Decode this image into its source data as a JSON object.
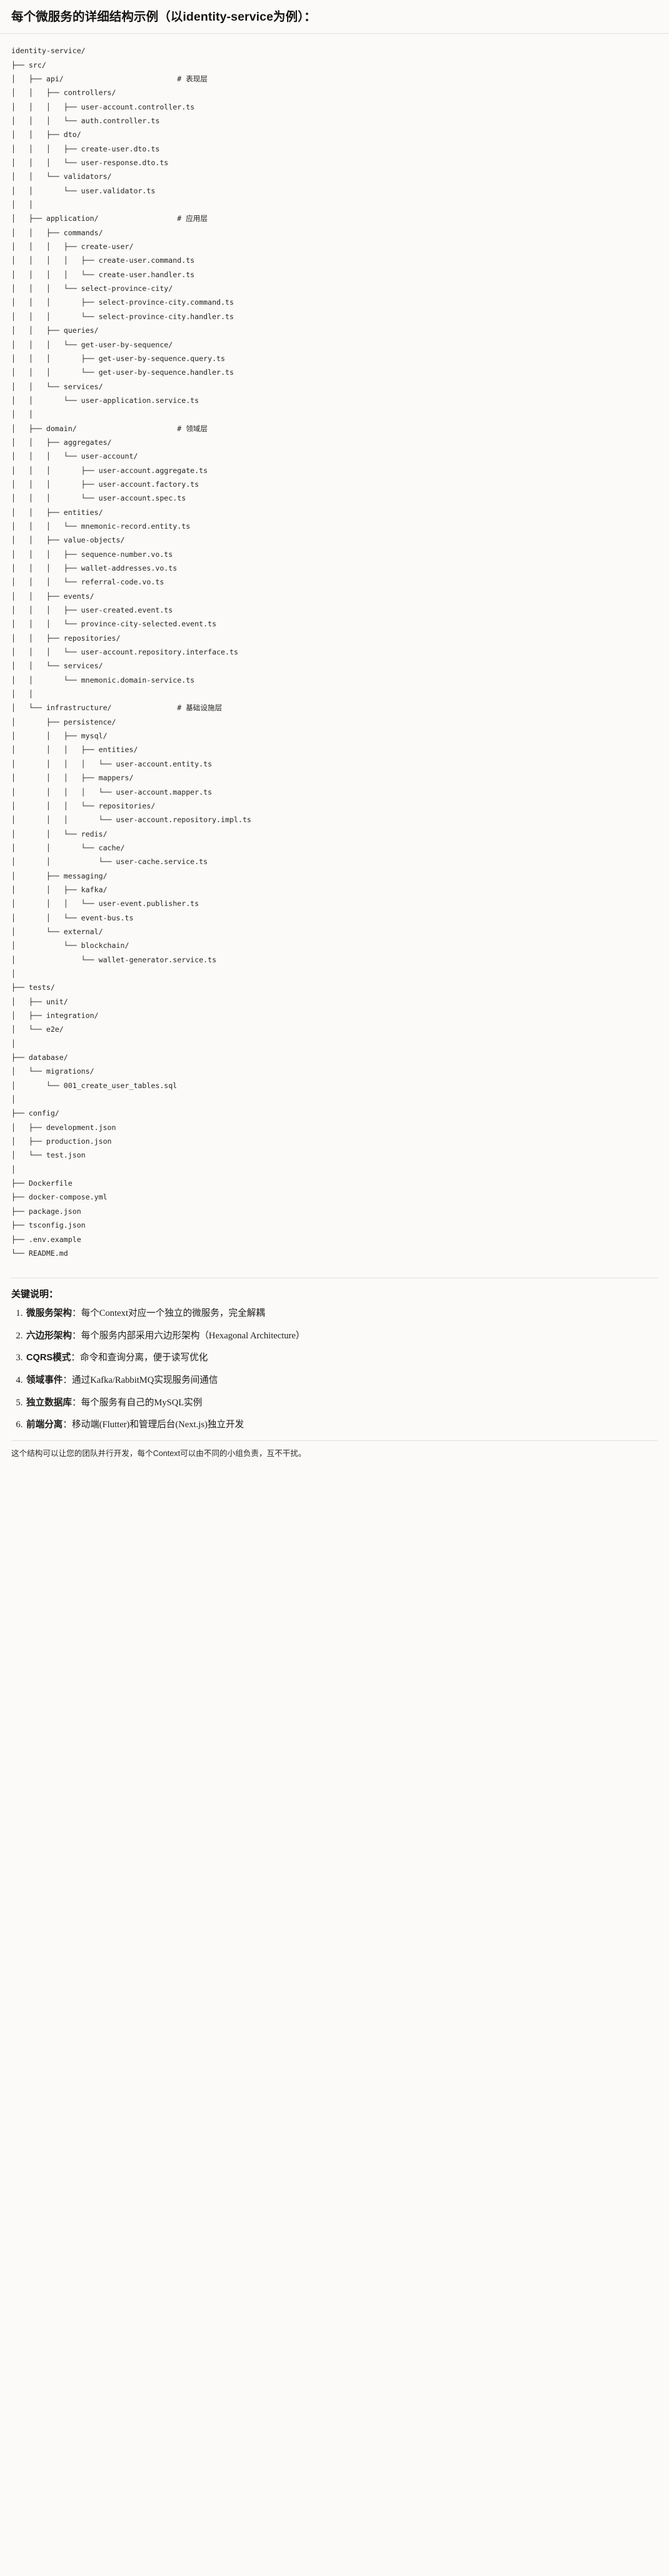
{
  "document": {
    "heading": "每个微服务的详细结构示例（以identity-service为例）：",
    "tree_title": "identity-service/",
    "tree_text": "identity-service/\n├── src/\n│   ├── api/                          # 表现层\n│   │   ├── controllers/\n│   │   │   ├── user-account.controller.ts\n│   │   │   └── auth.controller.ts\n│   │   ├── dto/\n│   │   │   ├── create-user.dto.ts\n│   │   │   └── user-response.dto.ts\n│   │   └── validators/\n│   │       └── user.validator.ts\n│   │\n│   ├── application/                  # 应用层\n│   │   ├── commands/\n│   │   │   ├── create-user/\n│   │   │   │   ├── create-user.command.ts\n│   │   │   │   └── create-user.handler.ts\n│   │   │   └── select-province-city/\n│   │   │       ├── select-province-city.command.ts\n│   │   │       └── select-province-city.handler.ts\n│   │   ├── queries/\n│   │   │   └── get-user-by-sequence/\n│   │   │       ├── get-user-by-sequence.query.ts\n│   │   │       └── get-user-by-sequence.handler.ts\n│   │   └── services/\n│   │       └── user-application.service.ts\n│   │\n│   ├── domain/                       # 领域层\n│   │   ├── aggregates/\n│   │   │   └── user-account/\n│   │   │       ├── user-account.aggregate.ts\n│   │   │       ├── user-account.factory.ts\n│   │   │       └── user-account.spec.ts\n│   │   ├── entities/\n│   │   │   └── mnemonic-record.entity.ts\n│   │   ├── value-objects/\n│   │   │   ├── sequence-number.vo.ts\n│   │   │   ├── wallet-addresses.vo.ts\n│   │   │   └── referral-code.vo.ts\n│   │   ├── events/\n│   │   │   ├── user-created.event.ts\n│   │   │   └── province-city-selected.event.ts\n│   │   ├── repositories/\n│   │   │   └── user-account.repository.interface.ts\n│   │   └── services/\n│   │       └── mnemonic.domain-service.ts\n│   │\n│   └── infrastructure/               # 基础设施层\n│       ├── persistence/\n│       │   ├── mysql/\n│       │   │   ├── entities/\n│       │   │   │   └── user-account.entity.ts\n│       │   │   ├── mappers/\n│       │   │   │   └── user-account.mapper.ts\n│       │   │   └── repositories/\n│       │   │       └── user-account.repository.impl.ts\n│       │   └── redis/\n│       │       └── cache/\n│       │           └── user-cache.service.ts\n│       ├── messaging/\n│       │   ├── kafka/\n│       │   │   └── user-event.publisher.ts\n│       │   └── event-bus.ts\n│       └── external/\n│           └── blockchain/\n│               └── wallet-generator.service.ts\n│\n├── tests/\n│   ├── unit/\n│   ├── integration/\n│   └── e2e/\n│\n├── database/\n│   └── migrations/\n│       └── 001_create_user_tables.sql\n│\n├── config/\n│   ├── development.json\n│   ├── production.json\n│   └── test.json\n│\n├── Dockerfile\n├── docker-compose.yml\n├── package.json\n├── tsconfig.json\n├── .env.example\n└── README.md",
    "notes_title": "关键说明：",
    "notes": [
      {
        "term": "微服务架构",
        "sep": "：",
        "desc": "每个Context对应一个独立的微服务，完全解耦"
      },
      {
        "term": "六边形架构",
        "sep": "：",
        "desc": "每个服务内部采用六边形架构（Hexagonal Architecture）"
      },
      {
        "term": "CQRS模式",
        "sep": "：",
        "desc": "命令和查询分离，便于读写优化"
      },
      {
        "term": "领域事件",
        "sep": "：",
        "desc": "通过Kafka/RabbitMQ实现服务间通信"
      },
      {
        "term": "独立数据库",
        "sep": "：",
        "desc": "每个服务有自己的MySQL实例"
      },
      {
        "term": "前端分离",
        "sep": "：",
        "desc": "移动端(Flutter)和管理后台(Next.js)独立开发"
      }
    ],
    "closing": "这个结构可以让您的团队并行开发，每个Context可以由不同的小组负责，互不干扰。"
  },
  "colors": {
    "background": "#fbfaf8",
    "text": "#1b1b1b",
    "code_text": "#242424",
    "rule": "#e4e1dc"
  }
}
